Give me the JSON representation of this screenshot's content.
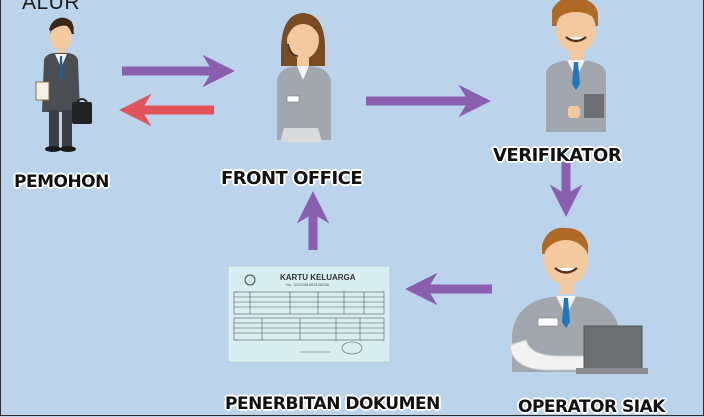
{
  "diagram": {
    "title": "ALUR",
    "nodes": {
      "pemohon": "PEMOHON",
      "front_office": "FRONT OFFICE",
      "verifikator": "VERIFIKATOR",
      "penerbitan": "PENERBITAN DOKUMEN",
      "operator": "OPERATOR SIAK"
    },
    "document": {
      "heading": "KARTU KELUARGA",
      "number": "No. 3201081009120036"
    },
    "colors": {
      "background": "#bcd3ec",
      "arrow_forward": "#8a5fb0",
      "arrow_back": "#e25459"
    }
  }
}
